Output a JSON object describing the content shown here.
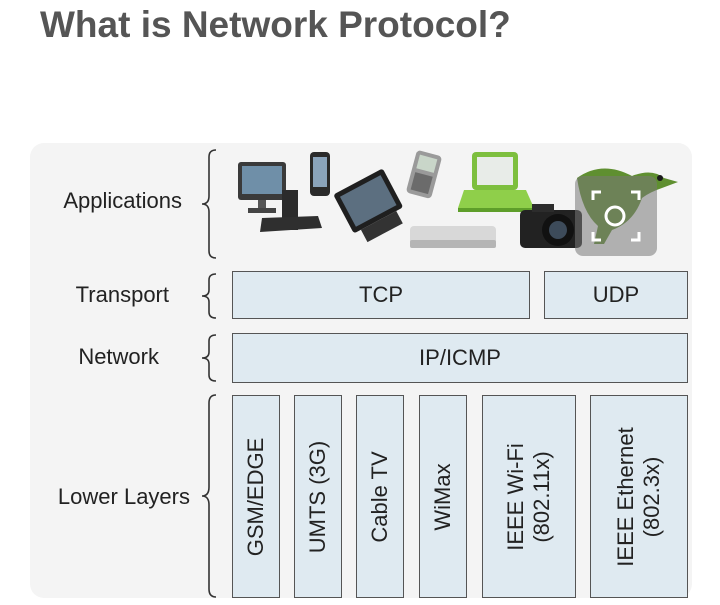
{
  "title": "What is Network Protocol?",
  "layers": {
    "applications": "Applications",
    "transport": "Transport",
    "network": "Network",
    "lower": "Lower Layers"
  },
  "transport_boxes": [
    "TCP",
    "UDP"
  ],
  "network_boxes": [
    "IP/ICMP"
  ],
  "lower_boxes": [
    [
      "GSM/EDGE"
    ],
    [
      "UMTS (3G)"
    ],
    [
      "Cable TV"
    ],
    [
      "WiMax"
    ],
    [
      "IEEE Wi-Fi",
      "(802.11x)"
    ],
    [
      "IEEE Ethernet",
      "(802.3x)"
    ]
  ],
  "application_icons": [
    "desktop-computer-icon",
    "mobile-phone-icon",
    "tablet-pc-icon",
    "pda-icon",
    "laptop-icon",
    "media-device-icon",
    "camera-icon",
    "robot-dinosaur-icon"
  ],
  "colors": {
    "box_fill": "#dfeaf1",
    "box_border": "#555555",
    "title": "#555555",
    "panel": "#f4f4f4"
  }
}
